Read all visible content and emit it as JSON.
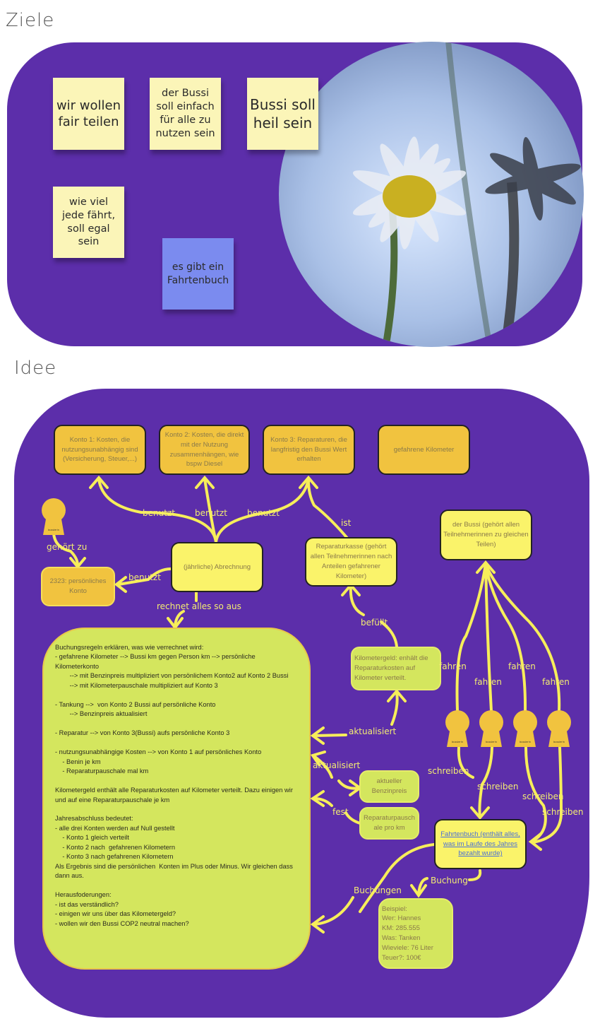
{
  "ziele": {
    "heading": "Ziele",
    "stickies": [
      "wir wollen fair teilen",
      "der Bussi soll einfach für alle zu nutzen sein",
      "Bussi soll heil sein",
      "wie viel jede fährt, soll egal sein",
      "es gibt ein Fahrtenbuch"
    ]
  },
  "idee": {
    "heading": "Idee",
    "konto1": "Konto 1: Kosten, die nutzungsunabhängig sind (Versicherung, Steuer,...)",
    "konto2": "Konto 2: Kosten, die direkt mit der Nutzung zusammenhängen, wie bspw Diesel",
    "konto3": "Konto 3: Reparaturen, die langfristig den Bussi Wert erhalten",
    "km": "gefahrene Kilometer",
    "abrechnung": "(jährliche) Abrechnung",
    "persoenlich": "2323: persönliches Konto",
    "reparaturkasse": "Reparaturkasse (gehört allen Teilnehmerinnen nach Anteilen gefahrener Kilometer)",
    "bussi": "der Bussi (gehört allen Teilnehmerinnen zu gleichen Teilen)",
    "kilometergeld": "Kilometergeld: enhält die Reparaturkosten auf Kilometer verteilt.",
    "benzinpreis": "aktueller Benzinpreis",
    "pauschale": "Reparaturpauschale pro km",
    "fahrtenbuch": "Fahrtenbuch (enthält alles, was im Laufe des Jahres bezahlt wurde)",
    "beispiel": "Beispiel:\nWer: Hannes\nKM: 285.555\nWas: Tanken\nWieviele: 76 Liter\nTeuer?: 100€",
    "person_label": "bussierin",
    "rules": "Buchungsregeln erklären, was wie verrechnet wird:\n- gefahrene Kilometer --> Bussi km gegen Person km --> persönliche Kilometerkonto\n        --> mit Benzinpreis multipliziert von persönlichem Konto2 auf Konto 2 Bussi\n        --> mit Kilometerpauschale multipliziert auf Konto 3\n\n- Tankung -->  von Konto 2 Bussi auf persönliche Konto\n        --> Benzinpreis aktualisiert\n\n- Reparatur --> von Konto 3(Bussi) aufs persönliche Konto 3\n\n- nutzungsunabhängige Kosten --> von Konto 1 auf persönliches Konto\n    - Benin je km\n    - Reparaturpauschale mal km\n\nKilometergeld enthält alle Reparaturkosten auf Kilometer verteilt. Dazu einigen wir und auf eine Reparaturpauschale je km\n\nJahresabschluss bedeutet:\n- alle drei Konten werden auf Null gestellt\n    - Konto 1 gleich verteilt\n    - Konto 2 nach  gefahrenen Kilometern\n    - Konto 3 nach gefahrenen Kilometern\nAls Ergebnis sind die persönlichen  Konten im Plus oder Minus. Wir gleichen dass dann aus.\n\nHerausfoderungen:\n- ist das verständlich?\n- einigen wir uns über das Kilometergeld?\n- wollen wir den Bussi COP2 neutral machen?",
    "labels": {
      "benutzt": "benutzt",
      "ist": "ist",
      "gehoert_zu": "gehört zu",
      "rechnet": "rechnet alles so aus",
      "befuellt": "befüllt",
      "aktualisiert": "aktualisiert",
      "fest": "fest",
      "fahren": "fahren",
      "schreiben": "schreiben",
      "buchung": "Buchung",
      "buchungen": "Buchungen"
    }
  },
  "colors": {
    "panel": "#5c2eaa",
    "arrow": "#f7ee5a",
    "orange": "#f1c33f",
    "yellow": "#faf36a",
    "lime": "#d4e65e",
    "sticky": "#fbf5b8",
    "blue_sticky": "#7b8bef"
  }
}
